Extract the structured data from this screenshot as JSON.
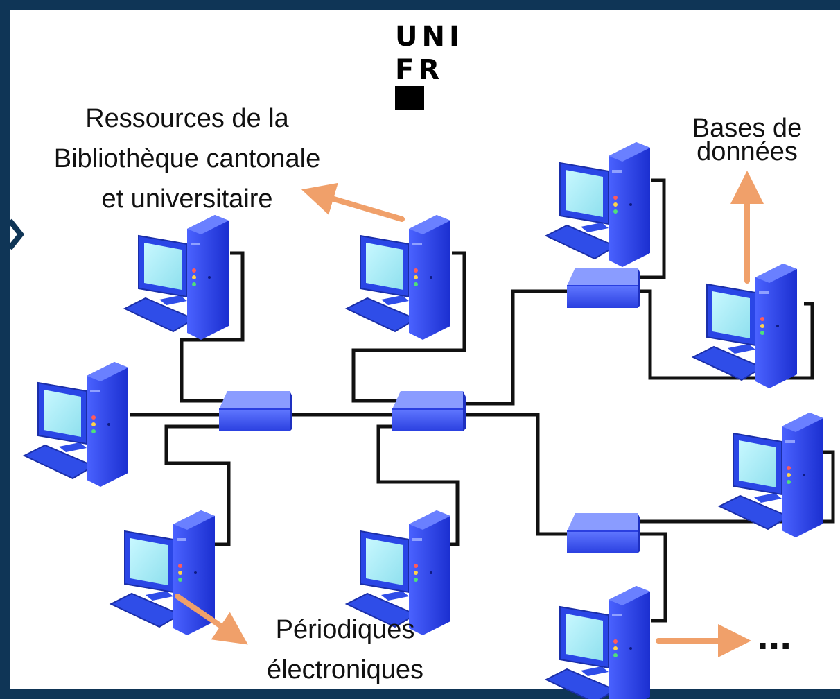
{
  "logo": {
    "line1": "UNI",
    "line2": "FR"
  },
  "labels": {
    "bcu": [
      "Ressources de la",
      "Bibliothèque cantonale",
      "et universitaire"
    ],
    "databases": [
      "Bases de",
      "données"
    ],
    "periodicals": [
      "Périodiques",
      "électroniques"
    ],
    "more": "..."
  },
  "colors": {
    "frame": "#0f3556",
    "arrow": "#f0a06a",
    "cable": "#111111",
    "tower": "#2b48ee",
    "monitor_screen": "#a8f0f8",
    "switch": "#3b55f0"
  },
  "icons": {
    "computer": "desktop-computer-icon",
    "switch": "network-switch-icon"
  }
}
